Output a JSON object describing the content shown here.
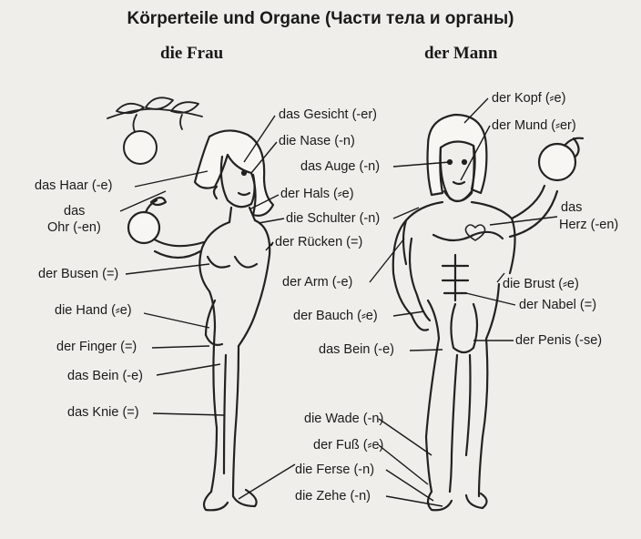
{
  "title": "Körperteile und Organe (Части тела и органы)",
  "headings": {
    "woman": "die Frau",
    "man": "der Mann"
  },
  "labels": {
    "haar": "das Haar (-e)",
    "ohr_line1": "das",
    "ohr_line2": "Ohr (-en)",
    "busen": "der Busen (=)",
    "hand": "die Hand (⸗e)",
    "finger": "der Finger (=)",
    "bein_w": "das Bein (-e)",
    "knie": "das Knie (=)",
    "gesicht": "das Gesicht (-er)",
    "nase": "die Nase (-n)",
    "auge": "das Auge (-n)",
    "hals": "der Hals (⸗e)",
    "schulter": "die Schulter (-n)",
    "ruecken": "der Rücken (=)",
    "arm": "der Arm (-e)",
    "bauch": "der Bauch (⸗e)",
    "bein_m": "das Bein (-e)",
    "wade": "die Wade (-n)",
    "fuss": "der Fuß (⸗e)",
    "ferse": "die Ferse (-n)",
    "zehe": "die Zehe (-n)",
    "kopf": "der Kopf (⸗e)",
    "mund": "der Mund (⸗er)",
    "herz_line1": "das",
    "herz_line2": "Herz (-en)",
    "brust": "die Brust (⸗e)",
    "nabel": "der Nabel (=)",
    "penis": "der Penis (-se)"
  }
}
